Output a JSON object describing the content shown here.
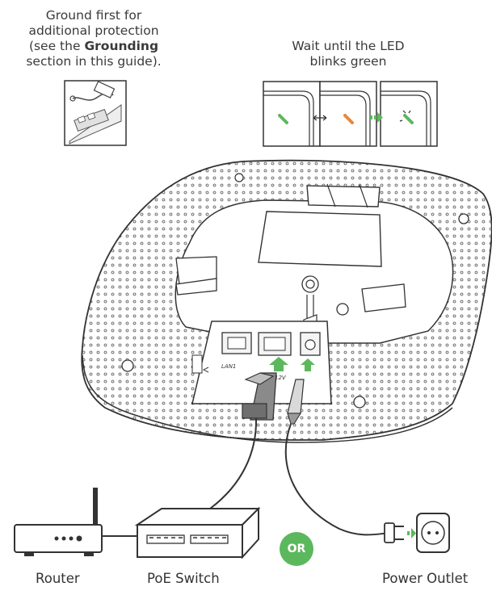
{
  "grounding": {
    "line1": "Ground first for",
    "line2": "additional protection",
    "line3_pre": "(see the ",
    "line3_bold": "Grounding",
    "line4": "section in this guide)."
  },
  "led": {
    "line1": "Wait until the LED",
    "line2": "blinks green",
    "stage_colors": [
      "#5cb85c",
      "#e8873a",
      "#5cb85c"
    ]
  },
  "device": {
    "port_lan": "LAN1",
    "port_power": "12V"
  },
  "options": {
    "or_label": "OR"
  },
  "labels": {
    "router": "Router",
    "poe_switch": "PoE Switch",
    "power_outlet": "Power Outlet"
  },
  "colors": {
    "accent_green": "#5cb85c",
    "accent_orange": "#e8873a",
    "line": "#333333"
  }
}
